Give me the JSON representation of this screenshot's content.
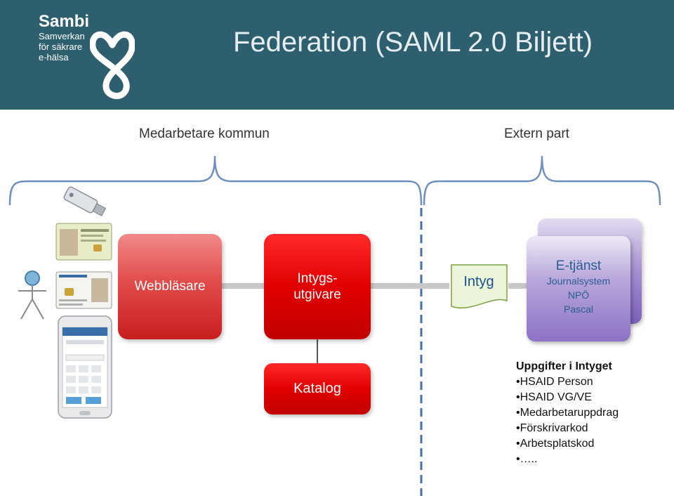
{
  "header": {
    "title": "Federation (SAML 2.0 Biljett)",
    "logo": {
      "name": "Sambi",
      "lines": [
        "Samverkan",
        "för säkrare",
        "e-hälsa"
      ]
    },
    "background": "#2d5f6f"
  },
  "roles": {
    "left": "Medarbetare kommun",
    "right": "Extern part"
  },
  "boxes": {
    "browser": "Webbläsare",
    "issuer_line1": "Intygs-",
    "issuer_line2": "utgivare",
    "catalog": "Katalog",
    "ticket": "Intyg",
    "etjanst_title": "E-tjänst",
    "etjanst_lines": [
      "Journalsystem",
      "NPÖ",
      "Pascal"
    ]
  },
  "attributes": {
    "title": "Uppgifter i Intyget",
    "items": [
      "HSAID Person",
      "HSAID VG/VE",
      "Medarbetaruppdrag",
      "Förskrivarkod",
      "Arbetsplatskod",
      "….."
    ]
  },
  "colors": {
    "browser": "#e14c4b",
    "issuer": "#e10000",
    "etjanst": "#8c73c6",
    "bracket": "#6e8fc0",
    "divider": "#4a6fa5"
  },
  "icons": [
    "usb-token-icon",
    "id-card-icon",
    "person-icon",
    "smart-card-icon",
    "smartphone-icon",
    "ticket-document-icon"
  ]
}
